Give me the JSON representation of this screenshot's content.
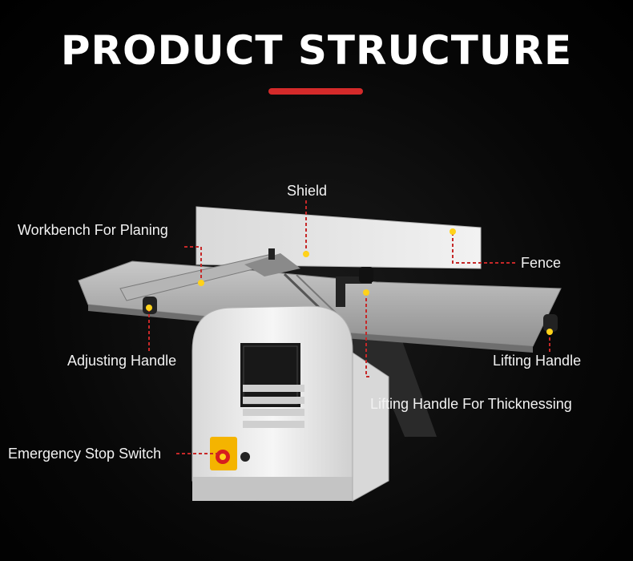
{
  "title": "PRODUCT STRUCTURE",
  "colors": {
    "accent": "#d42a2a",
    "marker": "#ffd21a",
    "leader": "#c62828",
    "background": "#000000"
  },
  "labels": {
    "shield": "Shield",
    "workbench": "Workbench For Planing",
    "fence": "Fence",
    "adjusting_handle": "Adjusting Handle",
    "lifting_handle": "Lifting Handle",
    "lifting_handle_thickness": "Lifting Handle For Thicknessing",
    "emergency_stop": "Emergency Stop Switch"
  }
}
